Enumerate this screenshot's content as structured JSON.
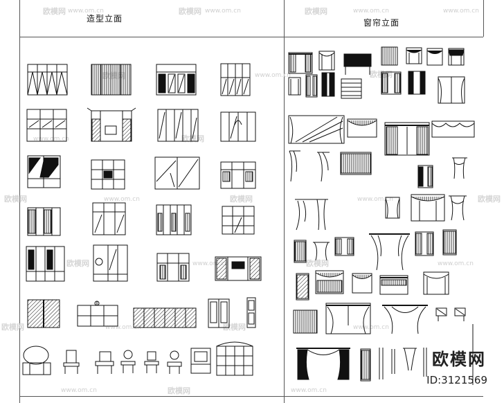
{
  "panels": {
    "left_title": "造型立面",
    "right_title": "窗帘立面"
  },
  "watermarks": {
    "brand": "欧模网",
    "url": "www.om.cn"
  },
  "stamp": {
    "logo": "欧模网",
    "id": "ID:3121569"
  },
  "colors": {
    "line": "#111111",
    "watermark": "#cfcfcf",
    "frame": "#555555"
  }
}
